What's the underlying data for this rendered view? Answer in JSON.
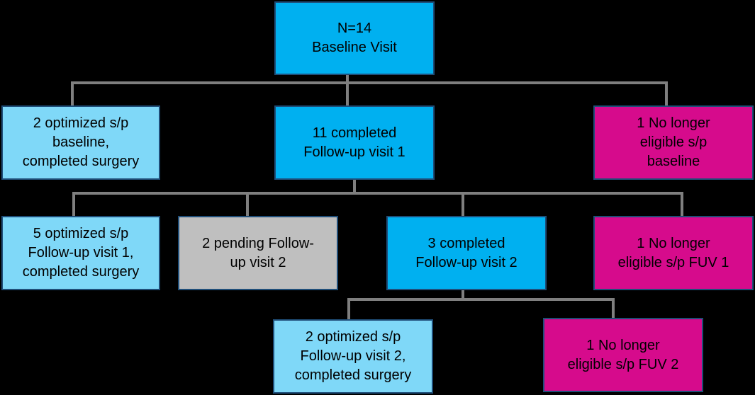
{
  "diagram": {
    "nodes": {
      "baseline": {
        "lines": [
          "N=14",
          "Baseline Visit"
        ],
        "color": "#00b0f0"
      },
      "optimized_baseline": {
        "lines": [
          "2 optimized s/p",
          "baseline,",
          "completed surgery"
        ],
        "color": "#7fd8f8"
      },
      "completed_fuv1": {
        "lines": [
          "11 completed",
          "Follow-up visit 1"
        ],
        "color": "#00b0f0"
      },
      "ineligible_baseline": {
        "lines": [
          "1 No longer",
          "eligible s/p",
          "baseline"
        ],
        "color": "#d60b8c"
      },
      "optimized_fuv1": {
        "lines": [
          "5 optimized s/p",
          "Follow-up visit 1,",
          "completed surgery"
        ],
        "color": "#7fd8f8"
      },
      "pending_fuv2": {
        "lines": [
          "2 pending Follow-",
          "up visit 2"
        ],
        "color": "#bfbfbf"
      },
      "completed_fuv2": {
        "lines": [
          "3 completed",
          "Follow-up visit 2"
        ],
        "color": "#00b0f0"
      },
      "ineligible_fuv1": {
        "lines": [
          "1 No longer",
          "eligible s/p FUV 1"
        ],
        "color": "#d60b8c"
      },
      "optimized_fuv2": {
        "lines": [
          "2 optimized s/p",
          "Follow-up visit 2,",
          "completed surgery"
        ],
        "color": "#7fd8f8"
      },
      "ineligible_fuv2": {
        "lines": [
          "1 No longer",
          "eligible s/p FUV 2"
        ],
        "color": "#d60b8c"
      }
    },
    "edges": [
      [
        "baseline",
        "optimized_baseline"
      ],
      [
        "baseline",
        "completed_fuv1"
      ],
      [
        "baseline",
        "ineligible_baseline"
      ],
      [
        "completed_fuv1",
        "optimized_fuv1"
      ],
      [
        "completed_fuv1",
        "pending_fuv2"
      ],
      [
        "completed_fuv1",
        "completed_fuv2"
      ],
      [
        "completed_fuv1",
        "ineligible_fuv1"
      ],
      [
        "completed_fuv2",
        "optimized_fuv2"
      ],
      [
        "completed_fuv2",
        "ineligible_fuv2"
      ]
    ],
    "connector_color": "#7f7f7f",
    "background_color": "#000000"
  }
}
